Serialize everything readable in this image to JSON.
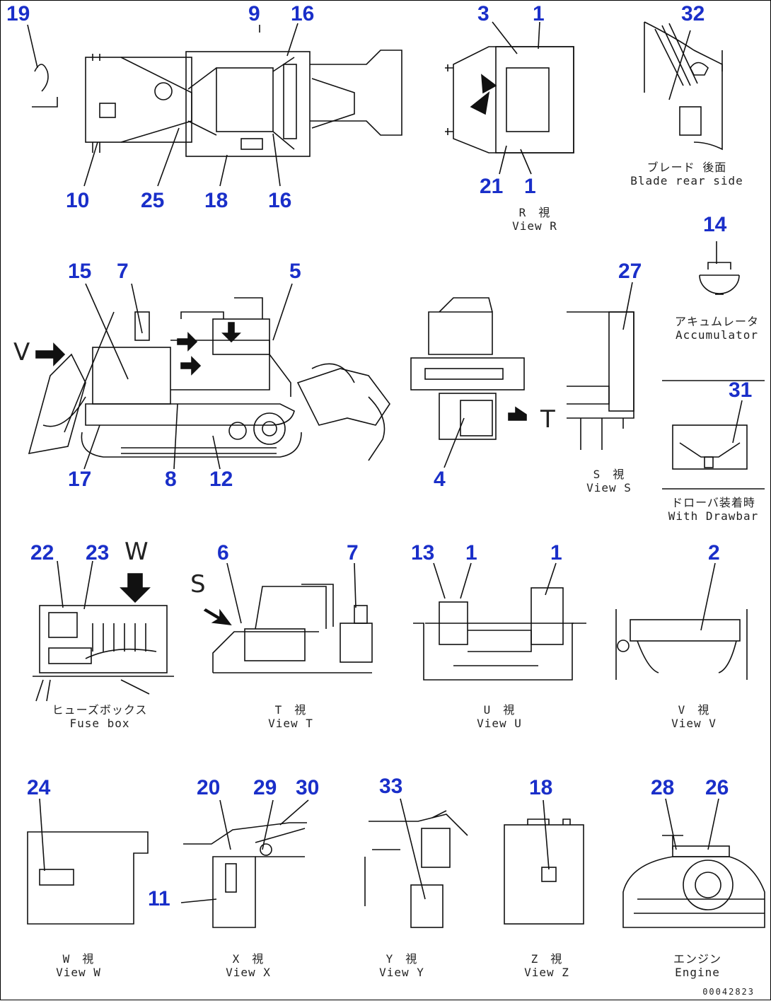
{
  "callouts": [
    {
      "id": "c19a",
      "text": "19"
    },
    {
      "id": "c9",
      "text": "9"
    },
    {
      "id": "c16a",
      "text": "16"
    },
    {
      "id": "c3",
      "text": "3"
    },
    {
      "id": "c1a",
      "text": "1"
    },
    {
      "id": "c32",
      "text": "32"
    },
    {
      "id": "c10",
      "text": "10"
    },
    {
      "id": "c25",
      "text": "25"
    },
    {
      "id": "c18a",
      "text": "18"
    },
    {
      "id": "c16b",
      "text": "16"
    },
    {
      "id": "c21",
      "text": "21"
    },
    {
      "id": "c1b",
      "text": "1"
    },
    {
      "id": "c14",
      "text": "14"
    },
    {
      "id": "c15",
      "text": "15"
    },
    {
      "id": "c7a",
      "text": "7"
    },
    {
      "id": "c5",
      "text": "5"
    },
    {
      "id": "c27",
      "text": "27"
    },
    {
      "id": "c31",
      "text": "31"
    },
    {
      "id": "c17",
      "text": "17"
    },
    {
      "id": "c8",
      "text": "8"
    },
    {
      "id": "c12",
      "text": "12"
    },
    {
      "id": "c4",
      "text": "4"
    },
    {
      "id": "c22",
      "text": "22"
    },
    {
      "id": "c23",
      "text": "23"
    },
    {
      "id": "c6",
      "text": "6"
    },
    {
      "id": "c7b",
      "text": "7"
    },
    {
      "id": "c13",
      "text": "13"
    },
    {
      "id": "c1c",
      "text": "1"
    },
    {
      "id": "c1d",
      "text": "1"
    },
    {
      "id": "c2",
      "text": "2"
    },
    {
      "id": "c24",
      "text": "24"
    },
    {
      "id": "c20",
      "text": "20"
    },
    {
      "id": "c29",
      "text": "29"
    },
    {
      "id": "c30",
      "text": "30"
    },
    {
      "id": "c11",
      "text": "11"
    },
    {
      "id": "c33",
      "text": "33"
    },
    {
      "id": "c18b",
      "text": "18"
    },
    {
      "id": "c28",
      "text": "28"
    },
    {
      "id": "c26",
      "text": "26"
    }
  ],
  "captions": {
    "view_r": {
      "jp": "R　視",
      "en": "View R"
    },
    "blade_rear": {
      "jp": "ブレード 後面",
      "en": "Blade rear side"
    },
    "accumulator": {
      "jp": "アキュムレータ",
      "en": "Accumulator"
    },
    "view_s": {
      "jp": "S　視",
      "en": "View S"
    },
    "with_drawbar": {
      "jp": "ドローバ装着時",
      "en": "With Drawbar"
    },
    "fuse_box": {
      "jp": "ヒューズボックス",
      "en": "Fuse box"
    },
    "view_t": {
      "jp": "T　視",
      "en": "View T"
    },
    "view_u": {
      "jp": "U　視",
      "en": "View U"
    },
    "view_v": {
      "jp": "V　視",
      "en": "View V"
    },
    "view_w": {
      "jp": "W　視",
      "en": "View W"
    },
    "view_x": {
      "jp": "X　視",
      "en": "View X"
    },
    "view_y": {
      "jp": "Y　視",
      "en": "View Y"
    },
    "view_z": {
      "jp": "Z　視",
      "en": "View Z"
    },
    "engine": {
      "jp": "エンジン",
      "en": "Engine"
    }
  },
  "view_letters": {
    "v": "V",
    "t": "T",
    "w": "W",
    "s": "S"
  },
  "drawing_code": "00042823",
  "colors": {
    "callout": "#1a2fc9",
    "line": "#111111",
    "background": "#ffffff"
  }
}
